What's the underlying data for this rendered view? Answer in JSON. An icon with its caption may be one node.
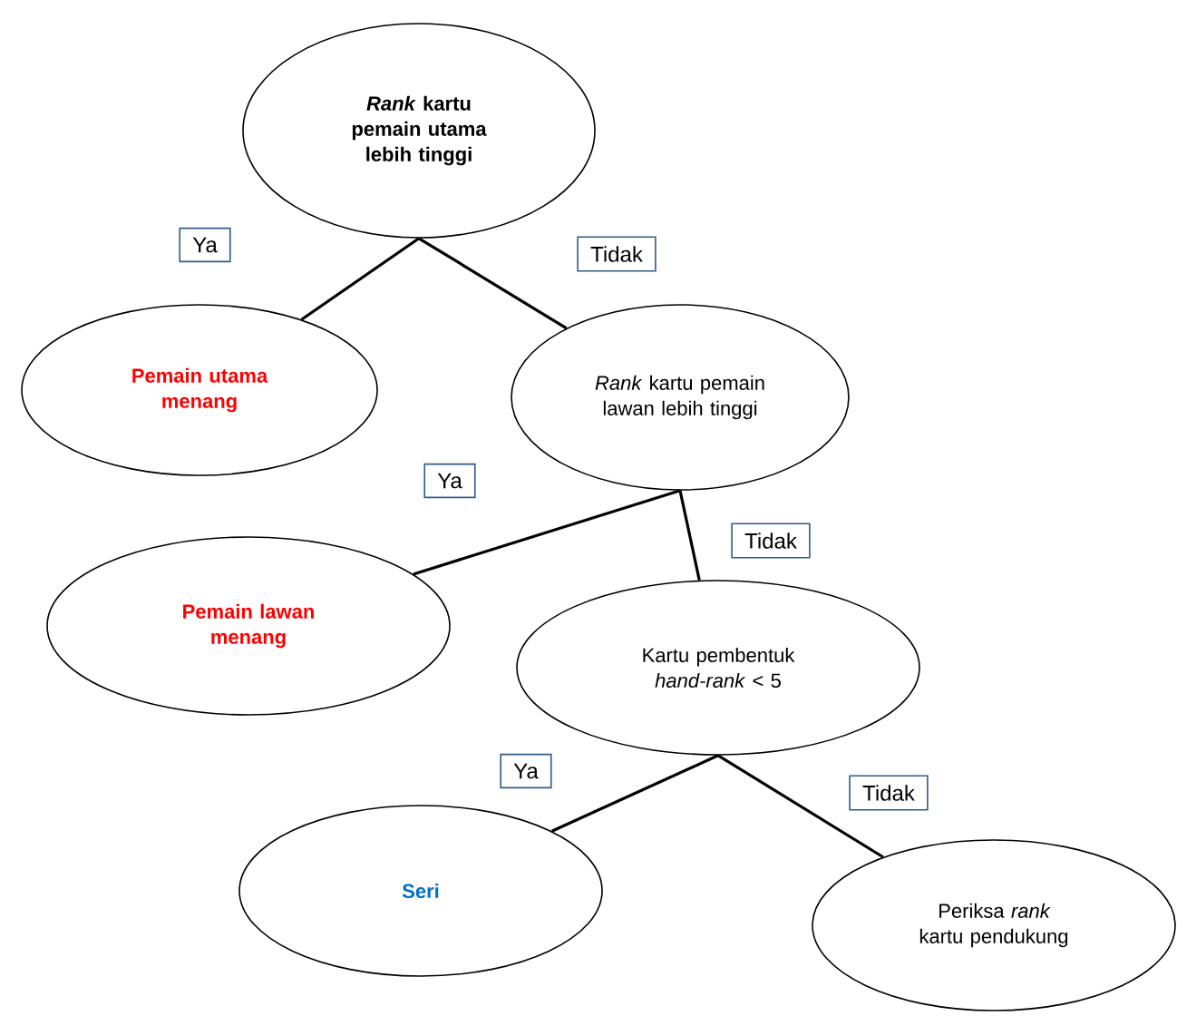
{
  "diagram": {
    "nodes": [
      {
        "text": [
          "*Rank* kartu pemain utama lebih tinggi"
        ]
      },
      {
        "text": [
          "Pemain utama menang"
        ]
      },
      {
        "text": [
          "*Rank* kartu pemain lawan lebih tinggi"
        ]
      },
      {
        "text": [
          "Pemain lawan menang"
        ]
      },
      {
        "text": [
          "Kartu pembentuk *hand-rank* < 5"
        ]
      },
      {
        "text": [
          "Seri"
        ]
      },
      {
        "text": [
          "Periksa *rank* kartu pendukung"
        ]
      }
    ],
    "edges": [
      {
        "from": 0,
        "to": 1,
        "arrow": "none",
        "label": "Ya"
      },
      {
        "from": 0,
        "to": 2,
        "arrow": "none",
        "label": "Tidak"
      },
      {
        "from": 2,
        "to": 3,
        "arrow": "none",
        "label": "Ya"
      },
      {
        "from": 2,
        "to": 4,
        "arrow": "none",
        "label": "Tidak"
      },
      {
        "from": 4,
        "to": 5,
        "arrow": "none",
        "label": "Ya"
      },
      {
        "from": 4,
        "to": 6,
        "arrow": "none",
        "label": "Tidak"
      }
    ]
  }
}
